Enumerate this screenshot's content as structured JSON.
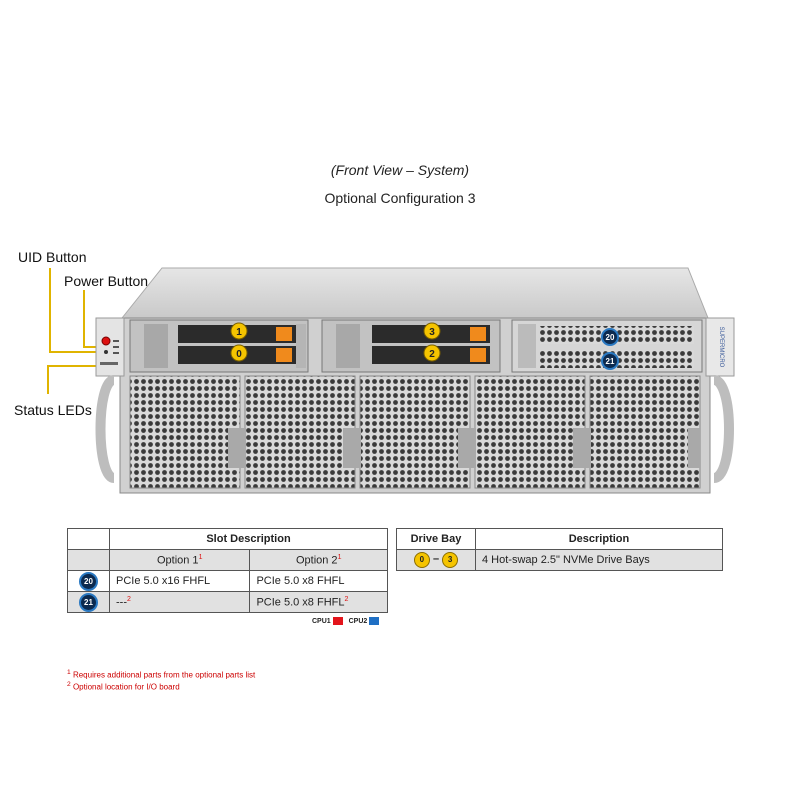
{
  "header": {
    "title": "(Front View – System)",
    "subtitle": "Optional Configuration 3"
  },
  "callouts": {
    "uid": "UID Button",
    "power": "Power Button",
    "status": "Status LEDs"
  },
  "chassis": {
    "brand": "SUPERMICRO",
    "drive_labels": [
      "1",
      "0",
      "3",
      "2"
    ],
    "slot_labels": [
      "20",
      "21"
    ]
  },
  "slot_table": {
    "title": "Slot Description",
    "option1": "Option 1",
    "option2": "Option 2",
    "opt_sup": "1",
    "rows": [
      {
        "id": "20",
        "option1": "PCIe 5.0 x16 FHFL",
        "option2": "PCIe 5.0 x8 FHFL"
      },
      {
        "id": "21",
        "option1": "---",
        "option1_sup": "2",
        "option2": "PCIe 5.0 x8 FHFL",
        "option2_sup": "2"
      }
    ]
  },
  "legend": {
    "cpu1": "CPU1",
    "cpu2": "CPU2",
    "cpu1_color": "#e3141b",
    "cpu2_color": "#1f6fc4"
  },
  "drive_table": {
    "col1": "Drive Bay",
    "col2": "Description",
    "from": "0",
    "dash": "–",
    "to": "3",
    "description": "4 Hot-swap 2.5\" NVMe Drive Bays"
  },
  "notes": {
    "n1_mark": "1",
    "n1": "Requires additional parts from the optional parts list",
    "n2_mark": "2",
    "n2": "Optional location for I/O board"
  }
}
